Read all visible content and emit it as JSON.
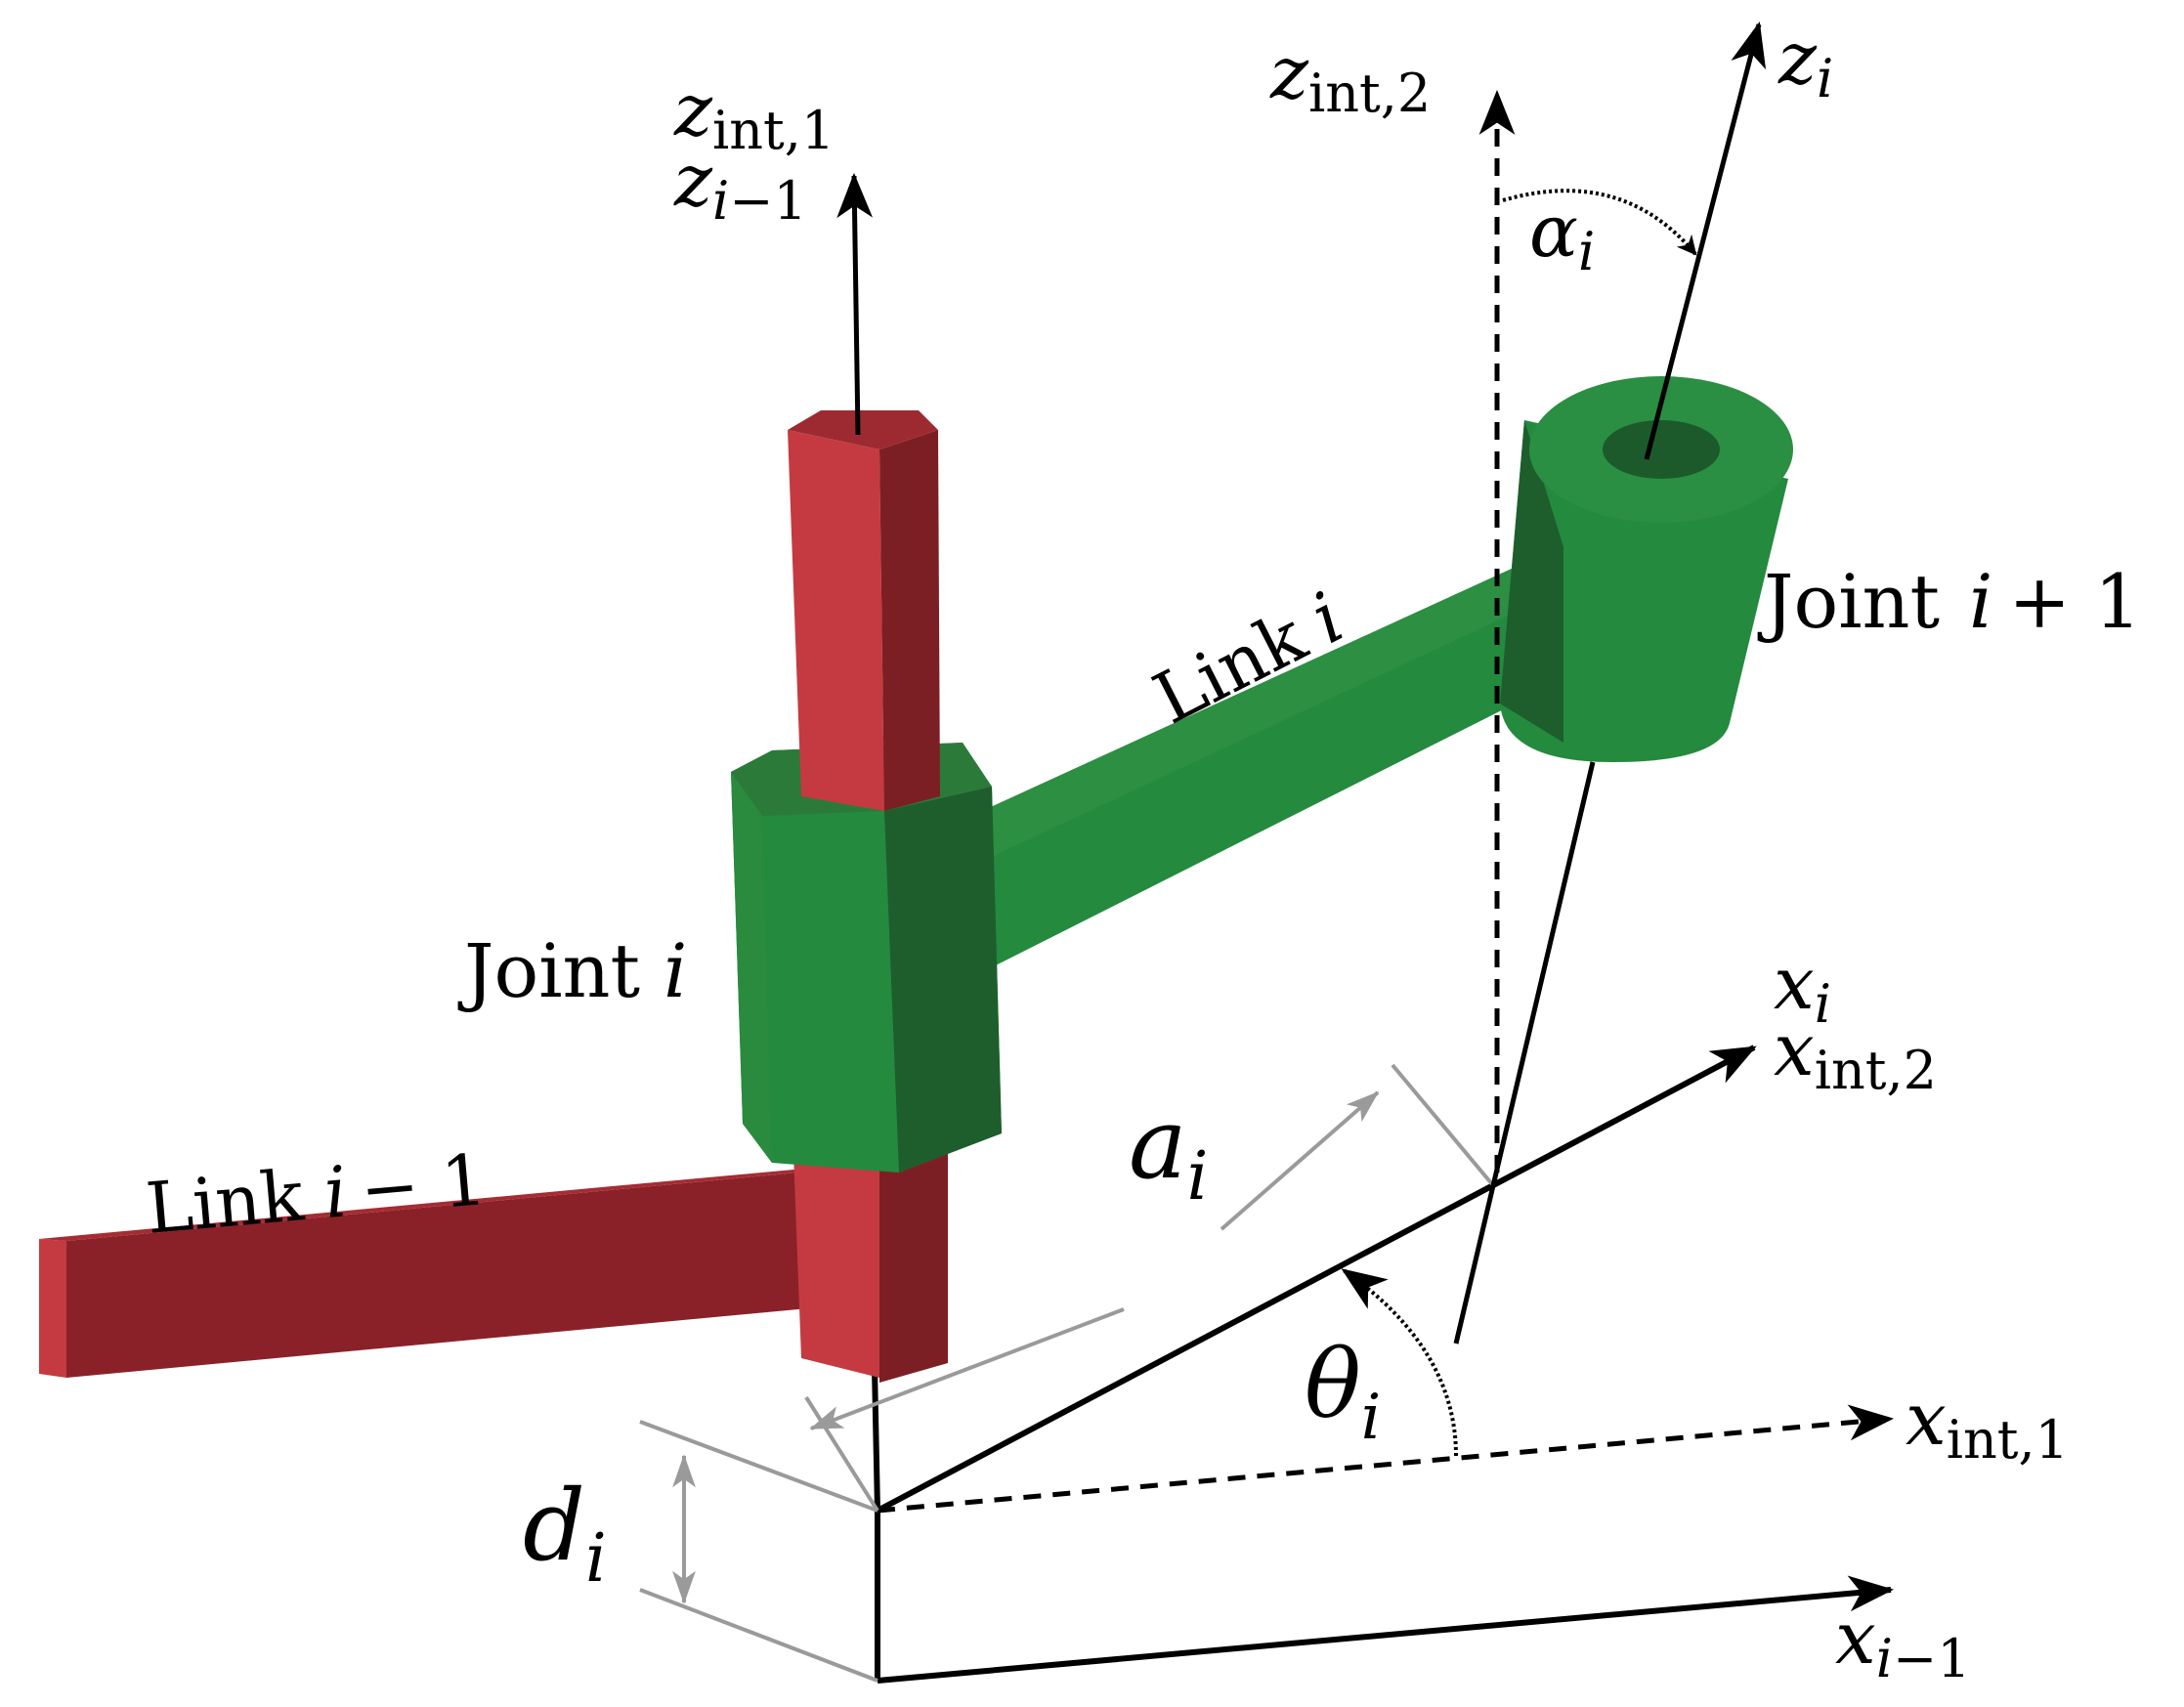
{
  "figure": {
    "labels": {
      "z_int_1": {
        "base": "z",
        "sub": "int,1"
      },
      "z_i_minus_1": {
        "base": "z",
        "sub_var": "i",
        "sub_rest": "−1"
      },
      "z_int_2": {
        "base": "z",
        "sub": "int,2"
      },
      "z_i": {
        "base": "z",
        "sub_var": "i"
      },
      "alpha_i": {
        "base": "α",
        "sub_var": "i"
      },
      "link_i": {
        "text": "Link",
        "var": "i"
      },
      "joint_i_plus_1": {
        "text": "Joint",
        "var": "i",
        "rest": "+ 1"
      },
      "joint_i": {
        "text": "Joint",
        "var": "i"
      },
      "x_i": {
        "base": "x",
        "sub_var": "i"
      },
      "x_int_2": {
        "base": "x",
        "sub": "int,2"
      },
      "a_i": {
        "base": "a",
        "sub_var": "i"
      },
      "link_i_minus_1": {
        "text": "Link",
        "var": "i",
        "rest": "− 1"
      },
      "theta_i": {
        "base": "θ",
        "sub_var": "i"
      },
      "x_int_1": {
        "base": "x",
        "sub": "int,1"
      },
      "d_i": {
        "base": "d",
        "sub_var": "i"
      },
      "x_i_minus_1": {
        "base": "x",
        "sub_var": "i",
        "sub_rest": "−1"
      }
    },
    "colors": {
      "red_front": "#c53a40",
      "red_side": "#7c1f25",
      "red_top": "#9e2a31",
      "green_front": "#248a3e",
      "green_side": "#1e5e2c",
      "green_top": "#2c7a3a",
      "dimension_gray": "#9a9a9a",
      "axis_black": "#000000"
    }
  }
}
